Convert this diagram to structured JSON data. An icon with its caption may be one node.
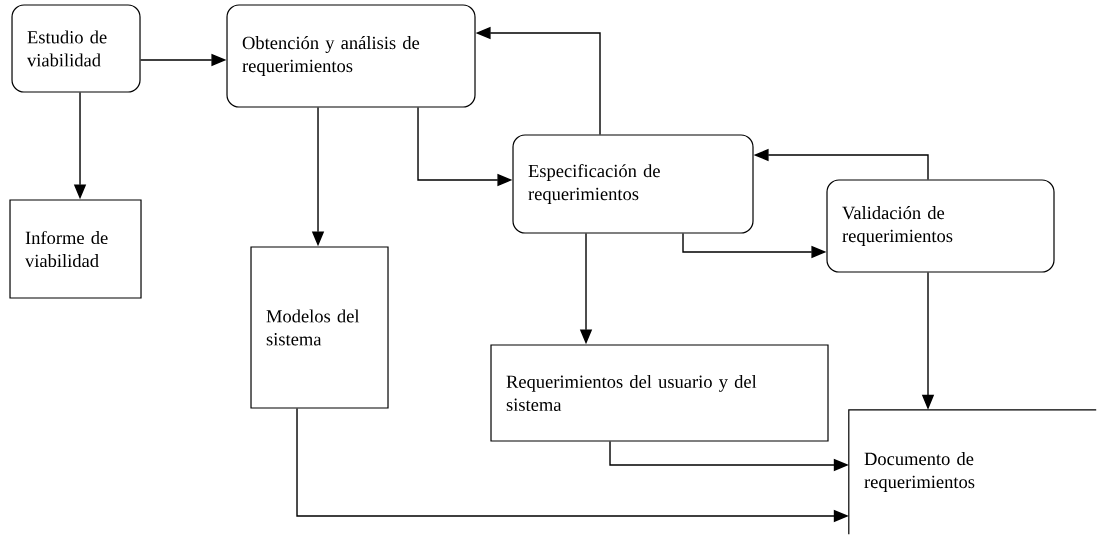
{
  "diagram": {
    "nodes": [
      {
        "text": [
          "Estudio de viabilidad"
        ]
      },
      {
        "text": [
          "Obtención y análisis de requerimientos"
        ]
      },
      {
        "text": [
          "Informe de viabilidad"
        ]
      },
      {
        "text": [
          "Especificación de requerimientos"
        ]
      },
      {
        "text": [
          "Modelos del sistema"
        ]
      },
      {
        "text": [
          "Validación de requerimientos"
        ]
      },
      {
        "text": [
          "Requerimientos del usuario y del sistema"
        ]
      },
      {
        "text": [
          "Documento de requerimientos"
        ]
      }
    ],
    "edges": [
      {
        "from": 0,
        "to": 1,
        "arrow": "to"
      },
      {
        "from": 0,
        "to": 2,
        "arrow": "to"
      },
      {
        "from": 1,
        "to": 4,
        "arrow": "to"
      },
      {
        "from": 1,
        "to": 3,
        "arrow": "to"
      },
      {
        "from": 3,
        "to": 1,
        "arrow": "to"
      },
      {
        "from": 3,
        "to": 5,
        "arrow": "to"
      },
      {
        "from": 5,
        "to": 3,
        "arrow": "to"
      },
      {
        "from": 3,
        "to": 6,
        "arrow": "to"
      },
      {
        "from": 5,
        "to": 7,
        "arrow": "to"
      },
      {
        "from": 6,
        "to": 7,
        "arrow": "to"
      },
      {
        "from": 4,
        "to": 7,
        "arrow": "to"
      }
    ]
  }
}
